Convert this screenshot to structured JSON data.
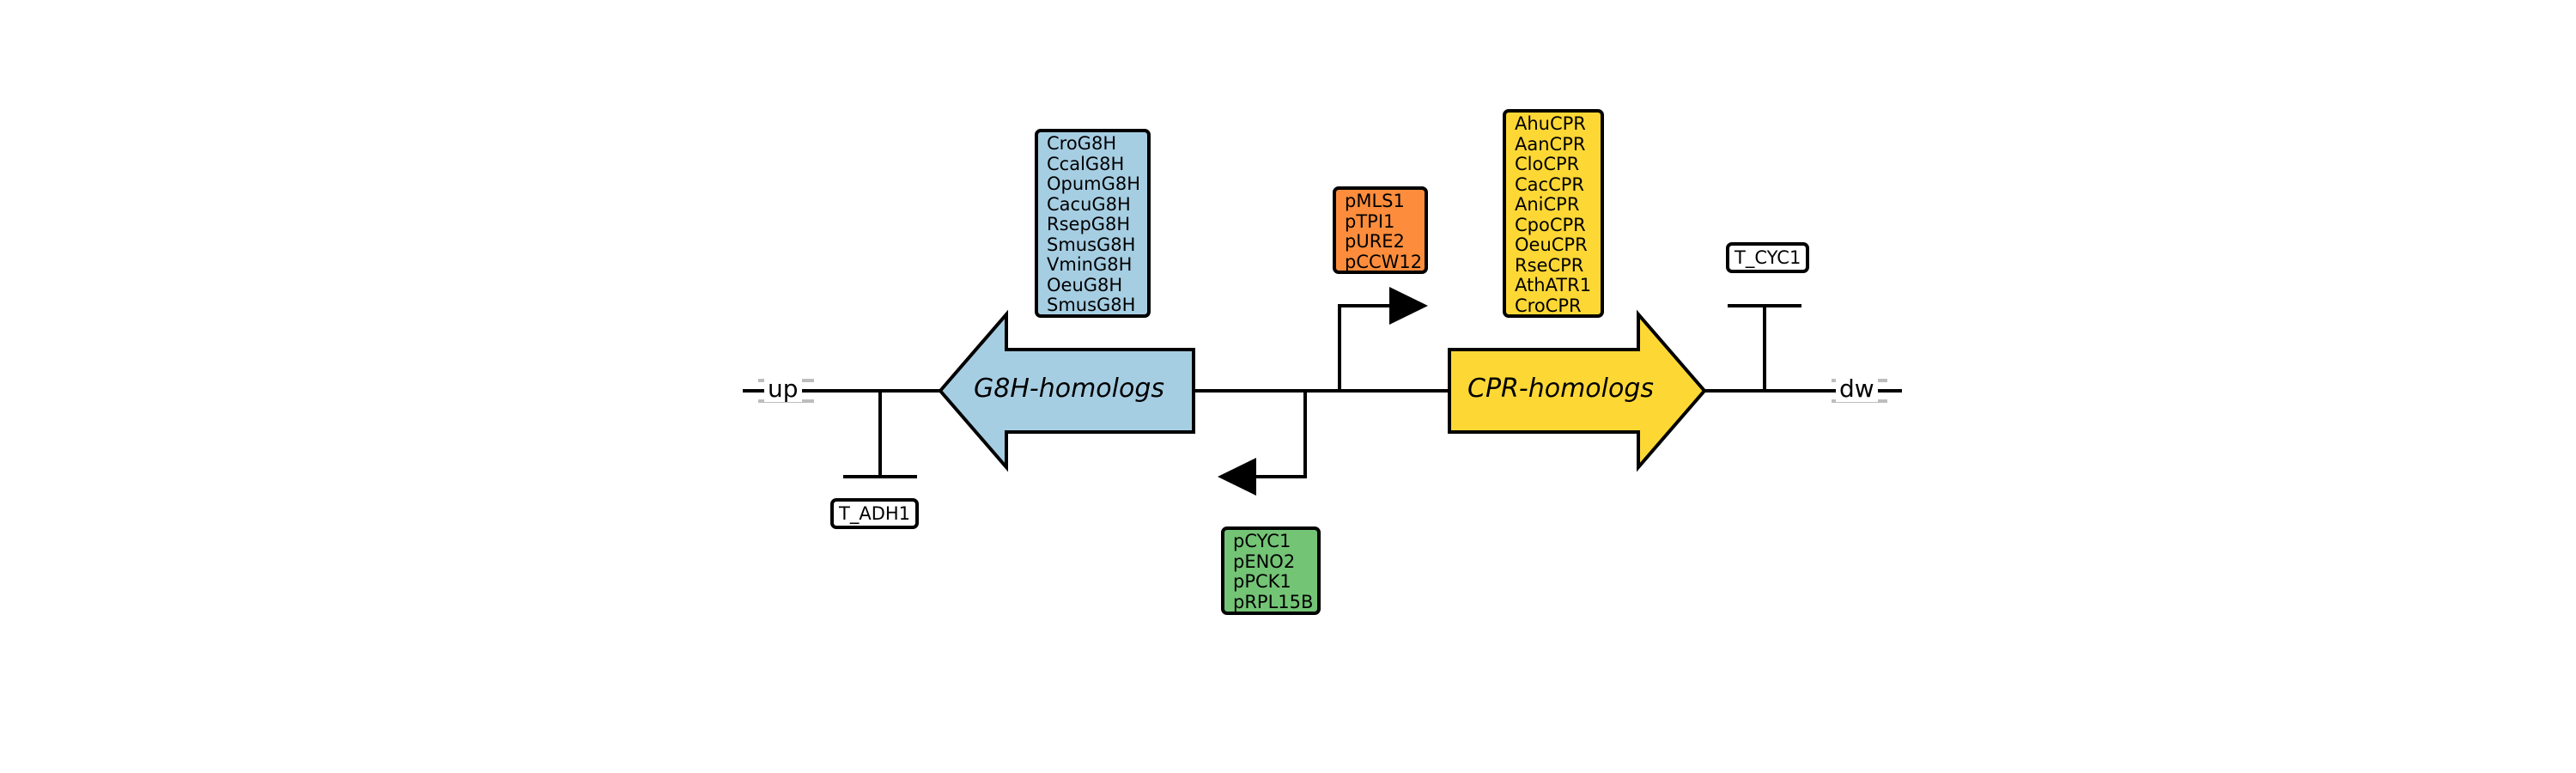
{
  "colors": {
    "g8h_fill": "#a6cee3",
    "cpr_fill": "#fdd835",
    "promoter_forward_fill": "#fd8d3c",
    "promoter_reverse_fill": "#74c476",
    "line": "#000000",
    "scar": "#bdbdbd"
  },
  "ends": {
    "upstream": "up",
    "downstream": "dw"
  },
  "genes": {
    "g8h": {
      "label": "G8H-homologs",
      "direction": "reverse",
      "variants": [
        "CroG8H",
        "CcalG8H",
        "OpumG8H",
        "CacuG8H",
        "RsepG8H",
        "SmusG8H",
        "VminG8H",
        "OeuG8H",
        "SmusG8H"
      ]
    },
    "cpr": {
      "label": "CPR-homologs",
      "direction": "forward",
      "variants": [
        "AhuCPR",
        "AanCPR",
        "CloCPR",
        "CacCPR",
        "AniCPR",
        "CpoCPR",
        "OeuCPR",
        "RseCPR",
        "AthATR1",
        "CroCPR"
      ]
    }
  },
  "promoters": {
    "forward": {
      "direction": "forward",
      "variants": [
        "pMLS1",
        "pTPI1",
        "pURE2",
        "pCCW12"
      ]
    },
    "reverse": {
      "direction": "reverse",
      "variants": [
        "pCYC1",
        "pENO2",
        "pPCK1",
        "pRPL15B"
      ]
    }
  },
  "terminators": {
    "left": {
      "label": "T_ADH1",
      "direction": "reverse"
    },
    "right": {
      "label": "T_CYC1",
      "direction": "forward"
    }
  }
}
